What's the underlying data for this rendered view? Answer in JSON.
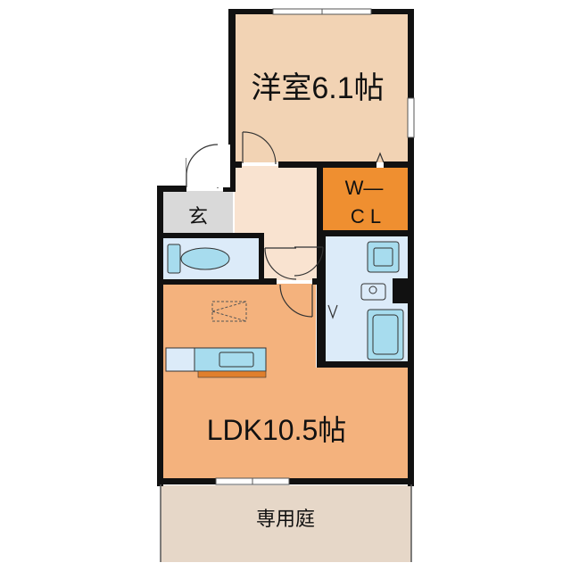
{
  "rooms": {
    "western_room": "洋室6.1帖",
    "walk_in_closet_line1": "W—",
    "walk_in_closet_line2": "C L",
    "entrance": "玄",
    "ldk": "LDK10.5帖",
    "private_garden": "専用庭"
  },
  "colors": {
    "western_room": "#f2d3b4",
    "hallway": "#f9e3d0",
    "walk_in_closet": "#ef8f30",
    "ldk": "#f4b27d",
    "wet_area": "#dcebf9",
    "fixture": "#a7dcee",
    "entrance": "#d9d9d9",
    "garden": "#e6d7c8",
    "wall": "#111111"
  }
}
